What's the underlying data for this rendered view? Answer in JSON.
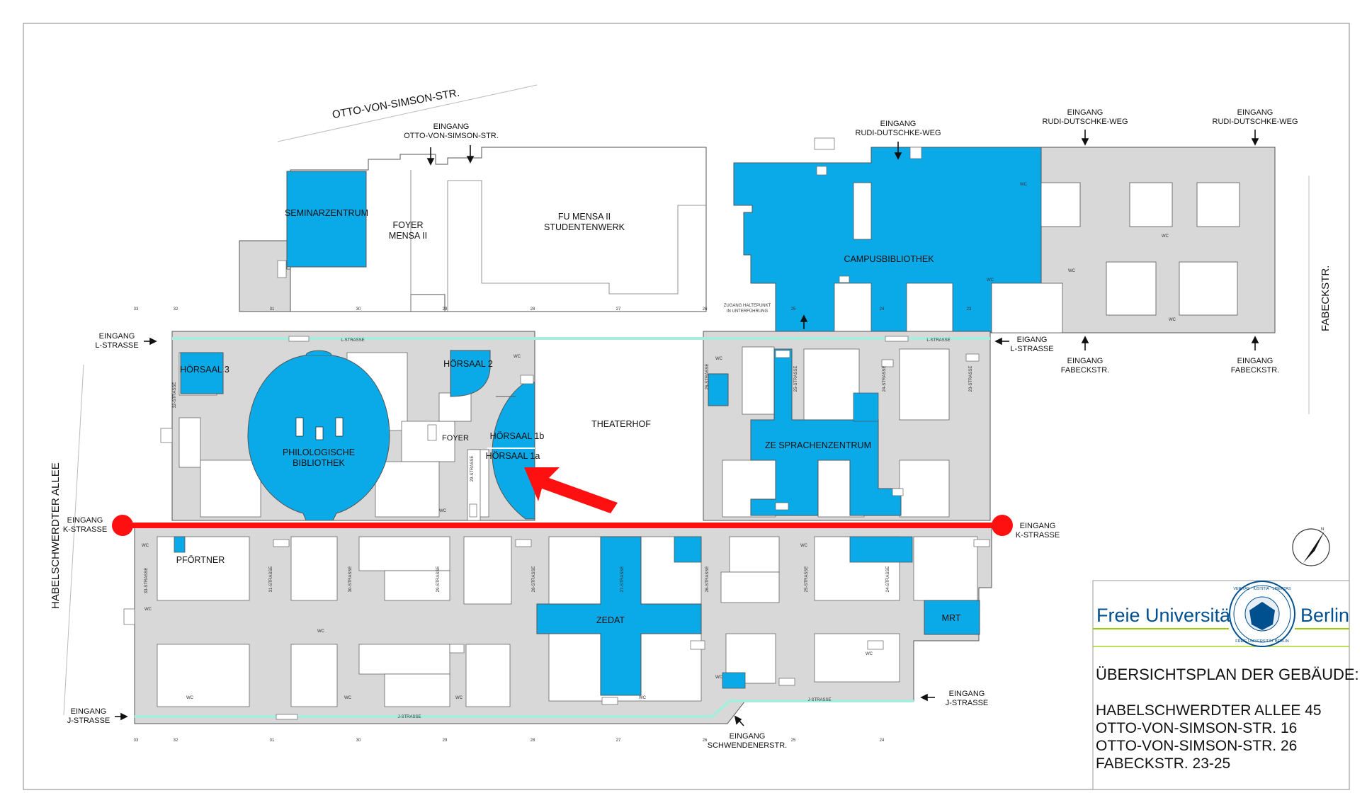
{
  "streets": {
    "otto": "OTTO-VON-SIMSON-STR.",
    "habel": "HABELSCHWERDTER ALLEE",
    "fabeck": "FABECKSTR."
  },
  "entrances": {
    "otto_1": "EINGANG",
    "otto_2": "OTTO-VON-SIMSON-STR.",
    "rudi1_1": "EINGANG",
    "rudi1_2": "RUDI-DUTSCHKE-WEG",
    "rudi2_1": "EINGANG",
    "rudi2_2": "RUDI-DUTSCHKE-WEG",
    "rudi3_1": "EINGANG",
    "rudi3_2": "RUDI-DUTSCHKE-WEG",
    "lwest_1": "EINGANG",
    "lwest_2": "L-STRASSE",
    "least_1": "EIGANG",
    "least_2": "L-STRASSE",
    "fab1_1": "EINGANG",
    "fab1_2": "FABECKSTR.",
    "fab2_1": "EINGANG",
    "fab2_2": "FABECKSTR.",
    "kwest_1": "EINGANG",
    "kwest_2": "K-STRASSE",
    "keast_1": "EINGANG",
    "keast_2": "K-STRASSE",
    "jwest_1": "EINGANG",
    "jwest_2": "J-STRASSE",
    "jeast_1": "EINGANG",
    "jeast_2": "J-STRASSE",
    "schw_1": "EINGANG",
    "schw_2": "SCHWENDENERSTR."
  },
  "rooms": {
    "seminar": "SEMINARZENTRUM",
    "foyer_mensa_1": "FOYER",
    "foyer_mensa_2": "MENSA II",
    "mensa_1": "FU MENSA II",
    "mensa_2": "STUDENTENWERK",
    "campusbib": "CAMPUSBIBLIOTHEK",
    "h3": "HÖRSAAL 3",
    "philbib_1": "PHILOLOGISCHE",
    "philbib_2": "BIBLIOTHEK",
    "h2": "HÖRSAAL 2",
    "h1b": "HÖRSAAL 1b",
    "h1a": "HÖRSAAL 1a",
    "foyer": "FOYER",
    "theaterhof": "THEATERHOF",
    "sprachen": "ZE SPRACHENZENTRUM",
    "pfoertner": "PFÖRTNER",
    "zedat": "ZEDAT",
    "mrt": "MRT",
    "zugang_1": "ZUGANG HALTEPUNKT",
    "zugang_2": "IN UNTERFÜHRUNG"
  },
  "corridors": {
    "l1": "L-STRASSE",
    "l2": "L-STRASSE",
    "j1": "J-STRASSE",
    "j2": "J-STRASSE",
    "s32": "32-STRASSE",
    "s29": "29-STRASSE",
    "s26": "26-STRASSE",
    "s25": "25-STRASSE",
    "s24": "24-STRASSE",
    "s23": "23-STRASSE",
    "s33": "33-STRASSE",
    "s31": "31-STRASSE",
    "s30": "30-STRASSE",
    "s29b": "29-STRASSE",
    "s28": "28-STRASSE",
    "s27": "27-STRASSE",
    "s26b": "26-STRASSE",
    "s25b": "25-STRASSE",
    "s24b": "24-STRASSE"
  },
  "grid_numbers": {
    "t33": "33",
    "t32": "32",
    "t31": "31",
    "t30": "30",
    "t29": "29",
    "t28": "28",
    "t27": "27",
    "t26": "26",
    "t25": "25",
    "t24": "24",
    "t23": "23",
    "b33": "33",
    "b32": "32",
    "b31": "31",
    "b30": "30",
    "b29": "29",
    "b28": "28",
    "b27": "27",
    "b26": "26",
    "b25": "25",
    "b24": "24"
  },
  "wc_label": "WC",
  "info": {
    "uni_part1": "Freie Universität",
    "uni_part2": "Berlin",
    "seal_text": "VERITAS · IUSTITIA · LIBERTAS",
    "seal_bottom": "FREIE UNIVERSITÄT BERLIN",
    "heading": "ÜBERSICHTSPLAN DER GEBÄUDE:",
    "addresses": [
      "HABELSCHWERDTER ALLEE 45",
      "OTTO-VON-SIMSON-STR. 16",
      "OTTO-VON-SIMSON-STR. 26",
      "FABECKSTR. 23-25"
    ]
  },
  "colors": {
    "building": "#d8d8d8",
    "highlight": "#0aa9e8",
    "route": "#ff1010",
    "corridor": "#a8ecde",
    "uni_blue": "#004f8f",
    "uni_green": "#99cc00"
  },
  "compass_label": "N"
}
